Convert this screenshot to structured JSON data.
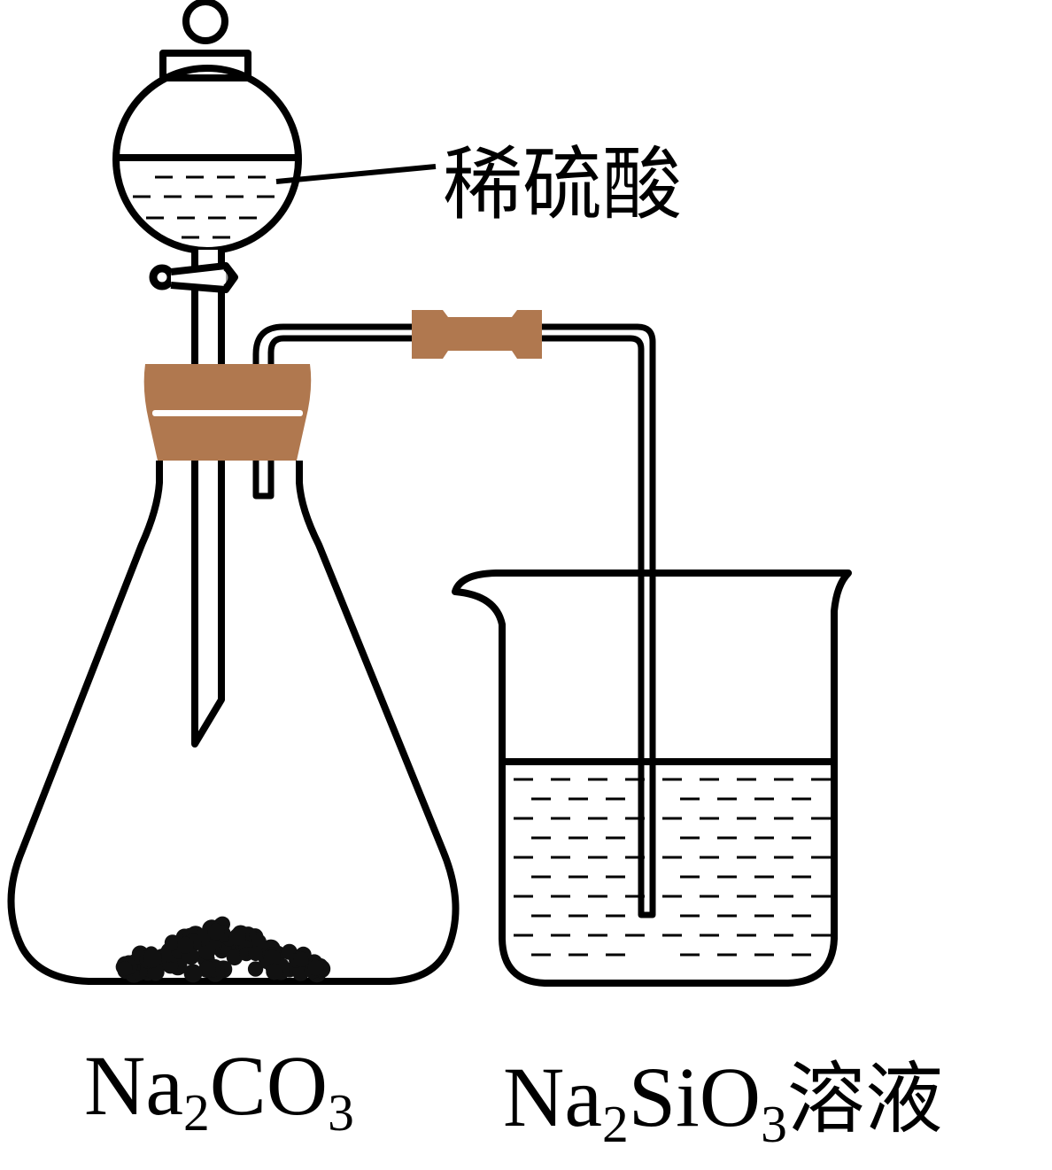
{
  "labels": {
    "acid": "稀硫酸",
    "solid": {
      "a": "Na",
      "a_sub": "2",
      "b": "CO",
      "b_sub": "3"
    },
    "solution": {
      "a": "Na",
      "a_sub": "2",
      "b": "SiO",
      "b_sub": "3",
      "c": "溶液"
    }
  },
  "colors": {
    "stopper": "#b0784f",
    "line": "#000000"
  }
}
